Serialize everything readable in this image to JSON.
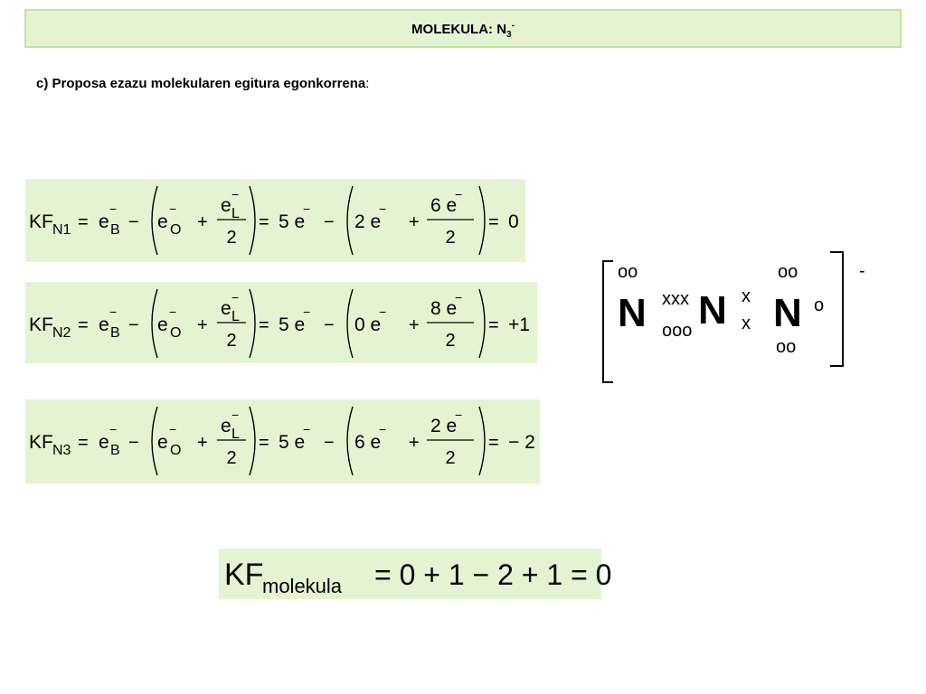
{
  "header": {
    "title_main": "MOLEKULA: N",
    "title_sub": "3",
    "title_sup": "-"
  },
  "prompt": {
    "label": "c) Proposa ezazu molekularen egitura egonkorrena",
    "colon": ":"
  },
  "kf_rows": [
    {
      "kf": "KF",
      "atom": "N1",
      "eq1": "=",
      "eB": "e",
      "eB_sup": "−",
      "B": "B",
      "minus1": "−",
      "eO": "e",
      "eO_sup": "−",
      "O": "O",
      "plus1": "+",
      "eL": "e",
      "eL_sup": "−",
      "L": "L",
      "den1": "2",
      "eq2": "=",
      "t1": "5 e",
      "t1_sup": "−",
      "minus2": "−",
      "t2": "2 e",
      "t2_sup": "−",
      "plus2": "+",
      "frac_num": "6 e",
      "frac_num_sup": "−",
      "den2": "2",
      "eq3": "=",
      "result": "0"
    },
    {
      "kf": "KF",
      "atom": "N2",
      "eq1": "=",
      "eB": "e",
      "eB_sup": "−",
      "B": "B",
      "minus1": "−",
      "eO": "e",
      "eO_sup": "−",
      "O": "O",
      "plus1": "+",
      "eL": "e",
      "eL_sup": "−",
      "L": "L",
      "den1": "2",
      "eq2": "=",
      "t1": "5 e",
      "t1_sup": "−",
      "minus2": "−",
      "t2": "0 e",
      "t2_sup": "−",
      "plus2": "+",
      "frac_num": "8 e",
      "frac_num_sup": "−",
      "den2": "2",
      "eq3": "=",
      "result": "+1"
    },
    {
      "kf": "KF",
      "atom": "N3",
      "eq1": "=",
      "eB": "e",
      "eB_sup": "−",
      "B": "B",
      "minus1": "−",
      "eO": "e",
      "eO_sup": "−",
      "O": "O",
      "plus1": "+",
      "eL": "e",
      "eL_sup": "−",
      "L": "L",
      "den1": "2",
      "eq2": "=",
      "t1": "5 e",
      "t1_sup": "−",
      "minus2": "−",
      "t2": "6 e",
      "t2_sup": "−",
      "plus2": "+",
      "frac_num": "2 e",
      "frac_num_sup": "−",
      "den2": "2",
      "eq3": "=",
      "result": "− 2"
    }
  ],
  "kf_molecule": {
    "kf": "KF",
    "sub": "molekula",
    "expression": "= 0 + 1 − 2 + 1 = 0"
  },
  "lewis": {
    "atom1": "N",
    "atom2": "N",
    "atom3": "N",
    "lp1_top": "oo",
    "bond12_top": "xxx",
    "bond12_bottom": "ooo",
    "x_top": "x",
    "x_bottom": "x",
    "lp3_top": "oo",
    "lp3_right": "o",
    "lp3_bottom": "oo",
    "charge": "-"
  }
}
